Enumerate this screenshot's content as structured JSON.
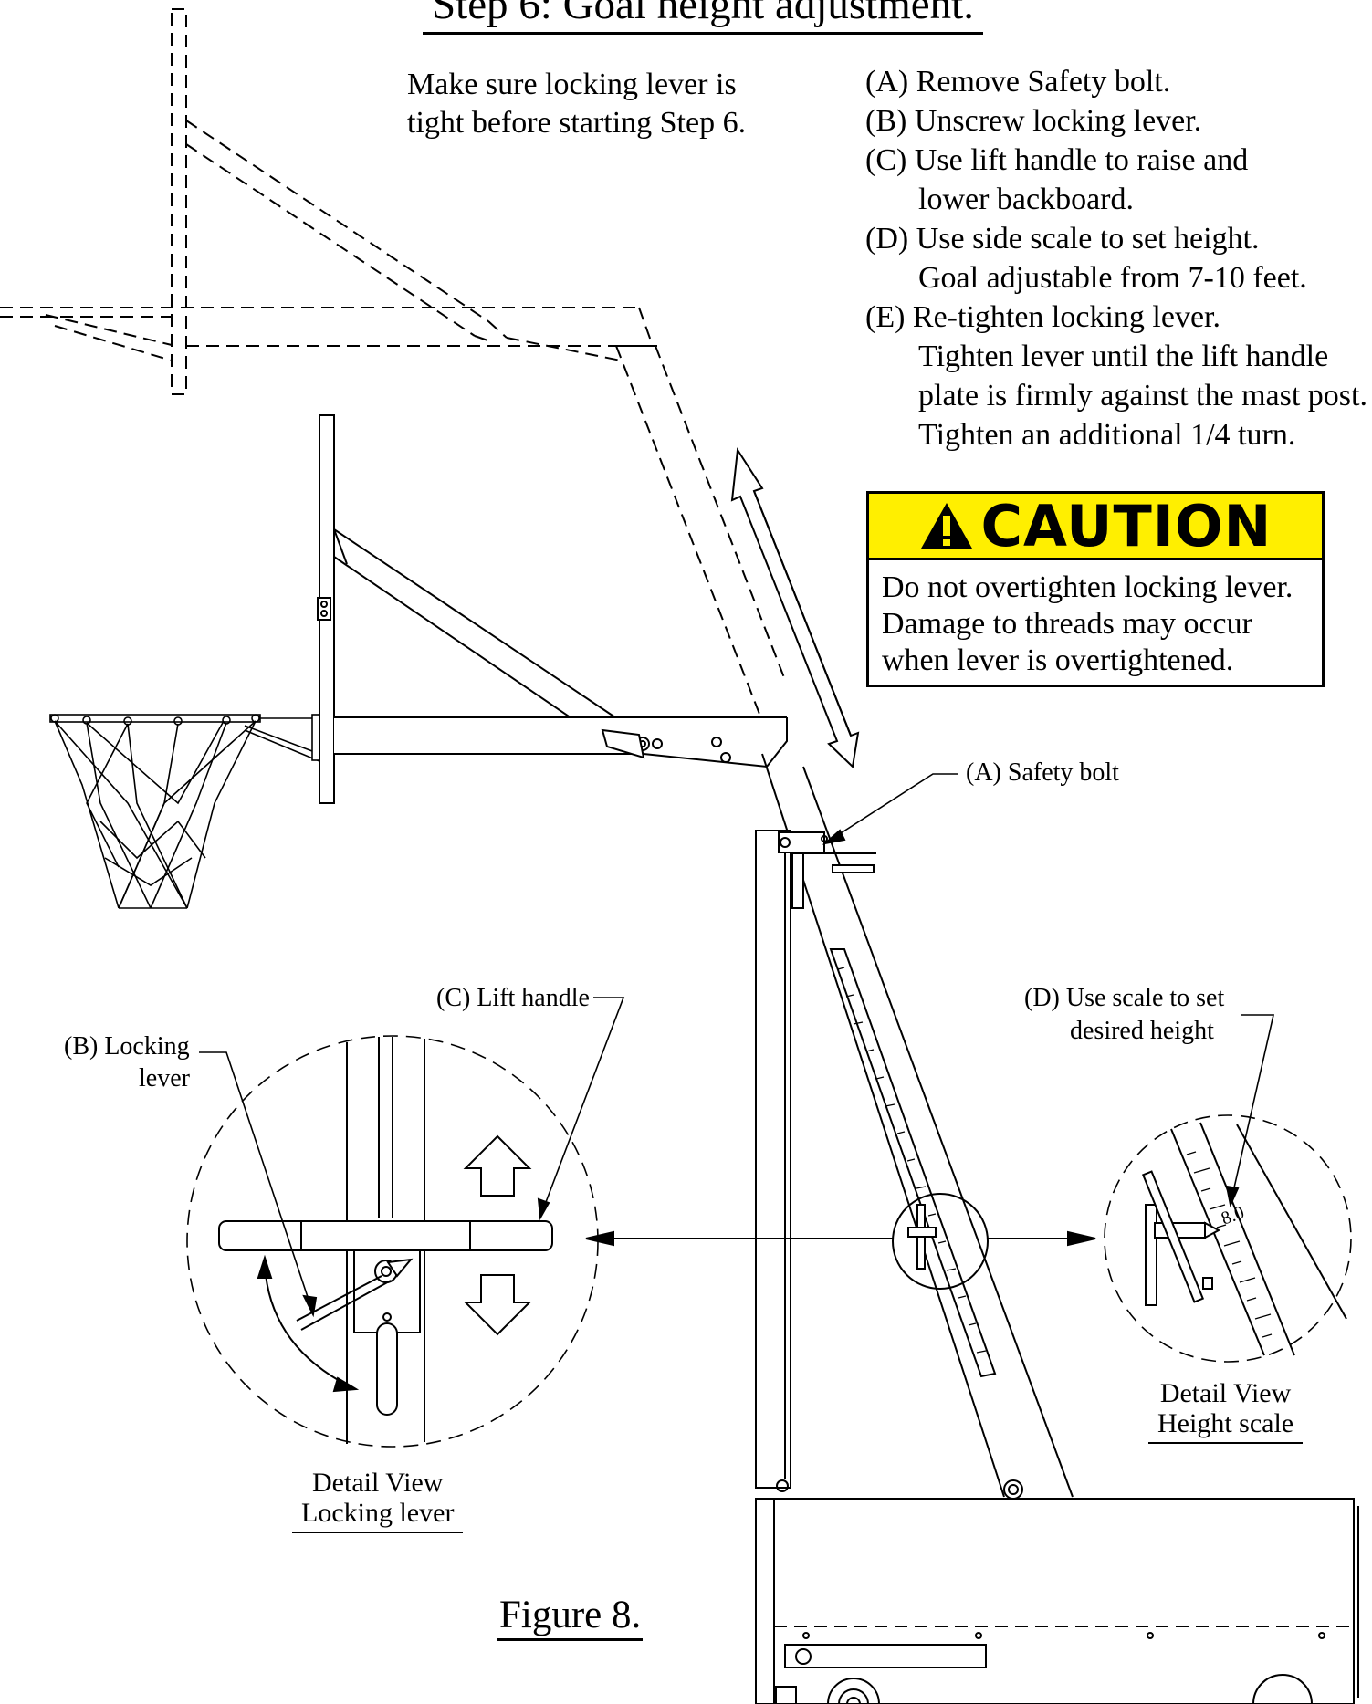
{
  "title": "Step 6:  Goal height adjustment.",
  "note": {
    "line1": "Make sure locking lever is",
    "line2": "tight before starting Step 6."
  },
  "steps": [
    {
      "label": "(A) Remove Safety bolt.",
      "cont": []
    },
    {
      "label": "(B) Unscrew locking lever.",
      "cont": []
    },
    {
      "label": "(C) Use lift handle to raise and",
      "cont": [
        "lower backboard."
      ]
    },
    {
      "label": "(D) Use side scale to set height.",
      "cont": [
        "Goal adjustable from 7-10 feet."
      ]
    },
    {
      "label": "(E) Re-tighten locking lever.",
      "cont": [
        "Tighten lever until the lift handle",
        "plate is firmly against the mast post.",
        "Tighten an additional 1/4 turn."
      ]
    }
  ],
  "caution": {
    "heading": "CAUTION",
    "lines": [
      "Do not overtighten locking lever.",
      "Damage to threads may occur",
      "when lever is overtightened."
    ],
    "colors": {
      "header_bg": "#ffef00"
    }
  },
  "callouts": {
    "safety_bolt": "(A) Safety bolt",
    "lift_handle": "(C) Lift handle",
    "locking_lever_1": "(B) Locking",
    "locking_lever_2": "lever",
    "scale_1": "(D) Use scale to set",
    "scale_2": "desired height",
    "scale_value": "8.0"
  },
  "detail_left": {
    "line1": "Detail View",
    "line2": "Locking lever"
  },
  "detail_right": {
    "line1": "Detail View",
    "line2": "Height scale"
  },
  "figure_caption": "Figure 8."
}
